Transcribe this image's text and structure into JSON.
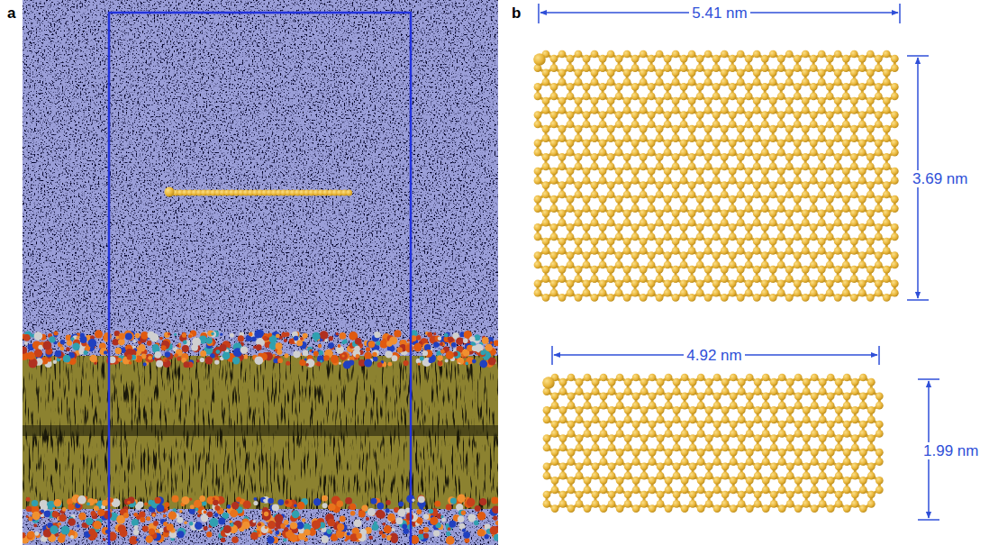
{
  "diagram": {
    "labels": [
      "a",
      "b",
      "5.41 nm",
      "3.69 nm",
      "4.92 nm",
      "1.99 nm"
    ]
  }
}
